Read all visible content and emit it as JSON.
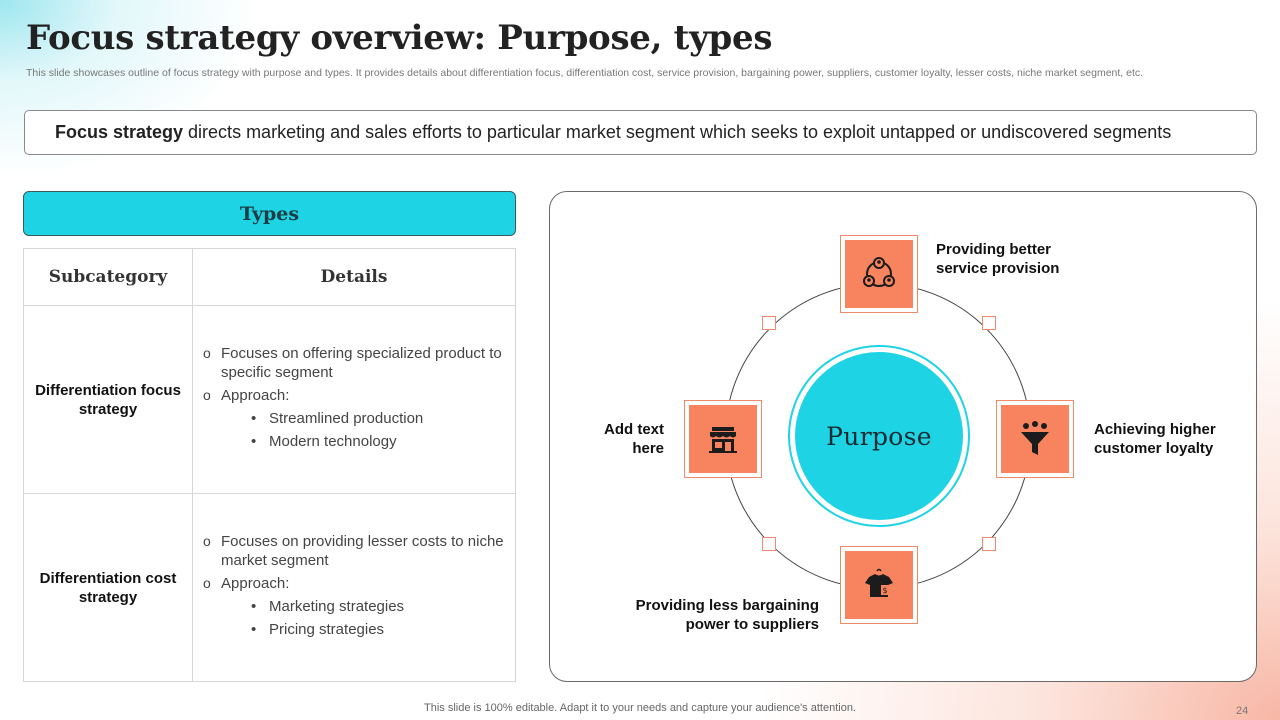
{
  "title": "Focus strategy overview: Purpose, types",
  "subtitle": "This slide showcases outline of focus strategy with purpose and types. It provides details about differentiation focus, differentiation cost, service provision, bargaining power, suppliers, customer loyalty, lesser costs, niche market segment, etc.",
  "definition": {
    "term": "Focus strategy",
    "text": "directs marketing and sales efforts to particular market segment which seeks to exploit untapped or undiscovered segments"
  },
  "types": {
    "header": "Types",
    "columns": [
      "Subcategory",
      "Details"
    ],
    "rows": [
      {
        "subcategory": "Differentiation focus strategy",
        "point1": "Focuses on offering specialized product to specific segment",
        "point2": "Approach:",
        "sub1": "Streamlined production",
        "sub2": "Modern technology"
      },
      {
        "subcategory": "Differentiation cost strategy",
        "point1": "Focuses on providing lesser costs to niche market segment",
        "point2": "Approach:",
        "sub1": "Marketing strategies",
        "sub2": "Pricing strategies"
      }
    ]
  },
  "purpose": {
    "center": "Purpose",
    "top": "Providing better service provision",
    "right": "Achieving higher customer loyalty",
    "bottom": "Providing less bargaining power to suppliers",
    "left": "Add text here",
    "icons": {
      "top": "network-people-icon",
      "right": "funnel-icon",
      "bottom": "tshirt-tag-icon",
      "left": "storefront-icon"
    },
    "accent": "#f7845f",
    "center_color": "#1ed3e4"
  },
  "footer": "This slide is 100% editable. Adapt it to your needs and capture your audience's attention.",
  "page_number": "24"
}
